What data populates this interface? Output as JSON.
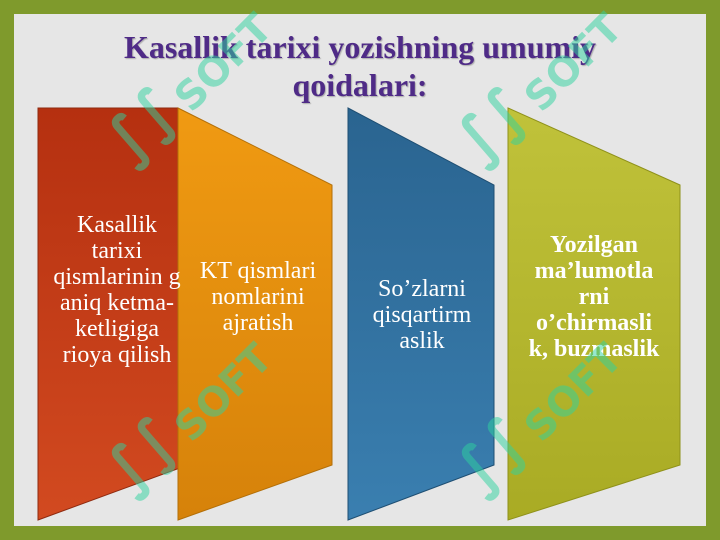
{
  "slide": {
    "title": "Kasallik tarixi yozishning umumiy qoidalari:",
    "items": [
      {
        "text": "Kasallik tarixi qismlarinin g aniq ketma-ketligiga rioya qilish",
        "color": "#c63f1a"
      },
      {
        "text": "KT qismlari nomlarini ajratish",
        "color": "#e3870f"
      },
      {
        "text": "So’zlarni qisqartirm aslik",
        "color": "#2f6f9e"
      },
      {
        "text": "Yozilgan ma’lumotla rni o’chirmasli k, buzmaslik",
        "color": "#b9bb2f"
      }
    ],
    "watermark": "SOFT",
    "watermark_icon": "soft-logo-icon",
    "colors": {
      "border": "#7f9a2c",
      "title": "#4f2b87",
      "background": "#e6e6e6"
    }
  }
}
